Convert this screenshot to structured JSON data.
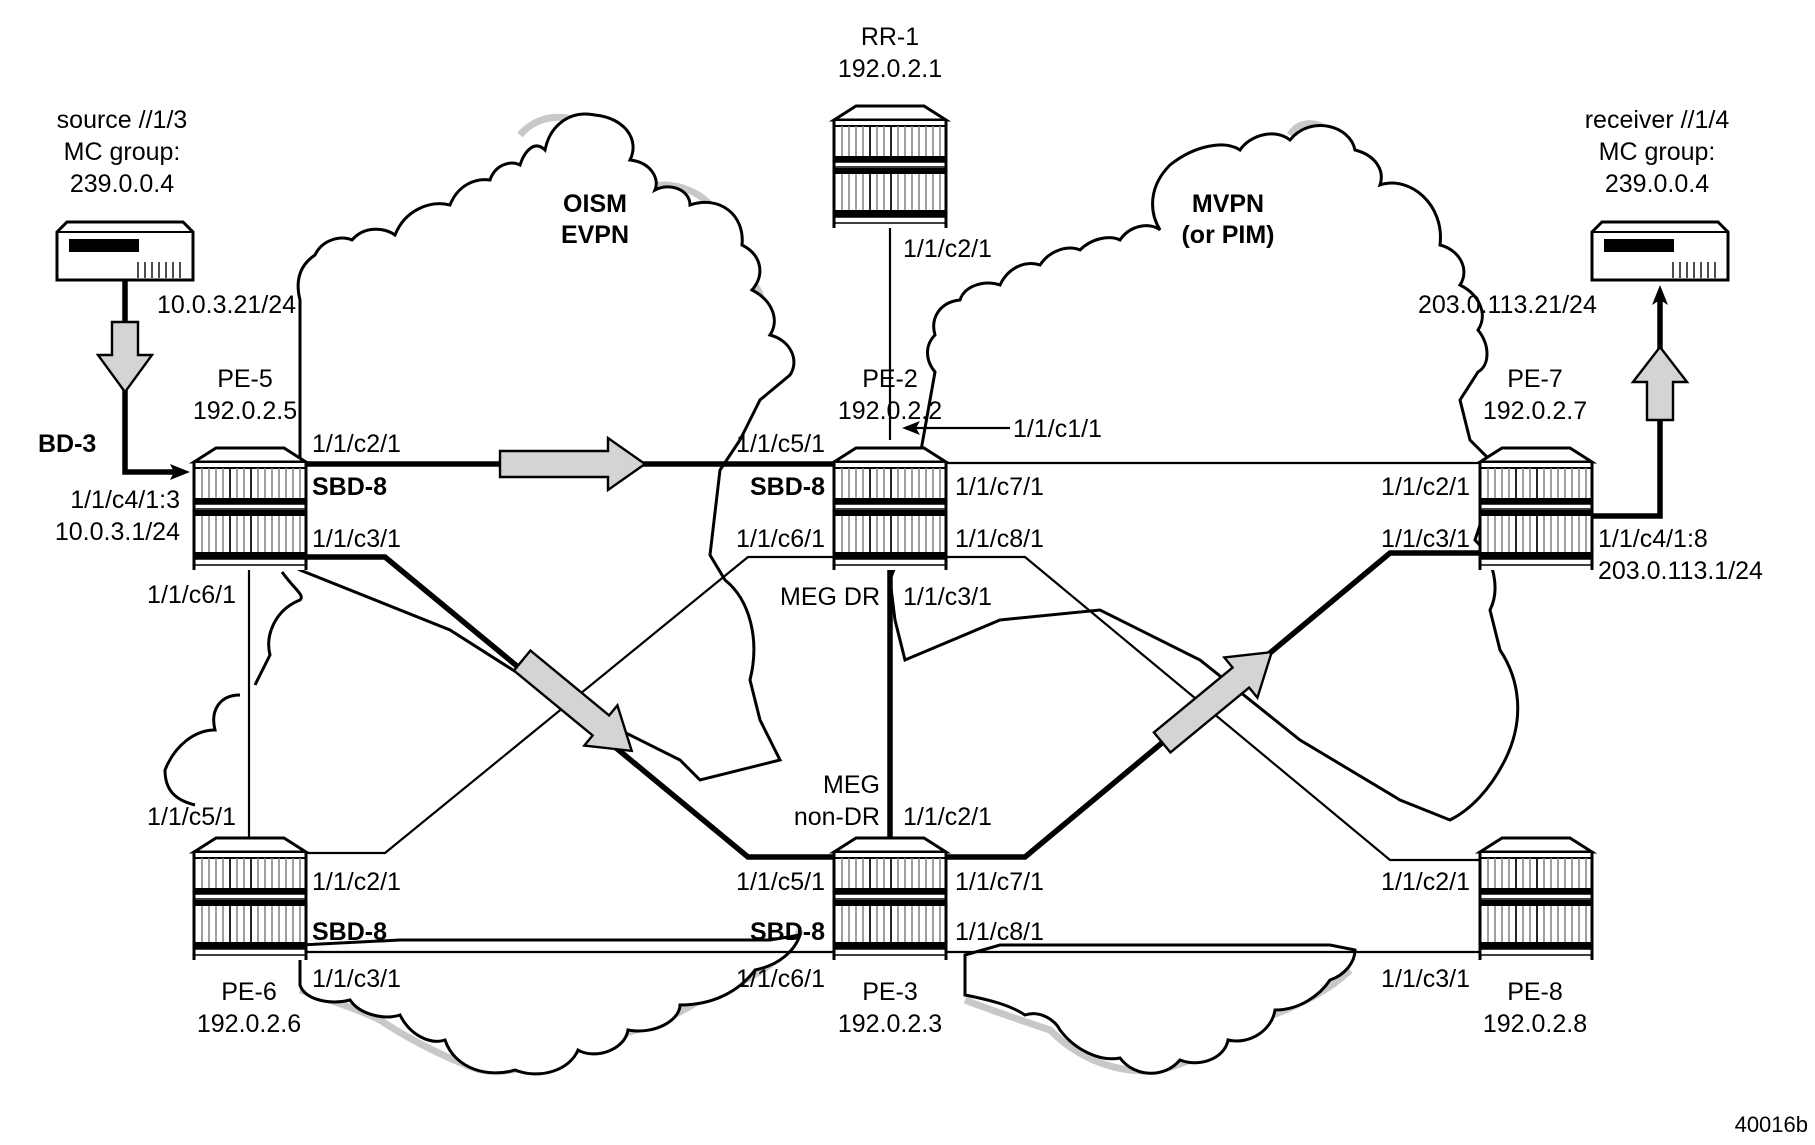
{
  "figure_id": "40016b",
  "clouds": [
    {
      "id": "oism",
      "title_lines": [
        "OISM",
        "EVPN"
      ]
    },
    {
      "id": "mvpn",
      "title_lines": [
        "MVPN",
        "(or PIM)"
      ]
    }
  ],
  "hosts": {
    "source": {
      "lines": [
        "source //1/3",
        "MC group:",
        "239.0.0.4"
      ],
      "ip": "10.0.3.21/24"
    },
    "receiver": {
      "lines": [
        "receiver //1/4",
        "MC group:",
        "239.0.0.4"
      ],
      "ip": "203.0.113.21/24"
    }
  },
  "routers": {
    "rr1": {
      "name": "RR-1",
      "ip": "192.0.2.1"
    },
    "pe2": {
      "name": "PE-2",
      "ip": "192.0.2.2"
    },
    "pe3": {
      "name": "PE-3",
      "ip": "192.0.2.3"
    },
    "pe5": {
      "name": "PE-5",
      "ip": "192.0.2.5"
    },
    "pe6": {
      "name": "PE-6",
      "ip": "192.0.2.6"
    },
    "pe7": {
      "name": "PE-7",
      "ip": "192.0.2.7"
    },
    "pe8": {
      "name": "PE-8",
      "ip": "192.0.2.8"
    }
  },
  "labels": {
    "bd3": "BD-3",
    "sbd8": "SBD-8",
    "pe5_c4": "1/1/c4/1:3",
    "pe5_c4_ip": "10.0.3.1/24",
    "pe5_c2": "1/1/c2/1",
    "pe5_c3": "1/1/c3/1",
    "pe5_c6": "1/1/c6/1",
    "rr1_c2": "1/1/c2/1",
    "pe2_c1": "1/1/c1/1",
    "pe2_c5": "1/1/c5/1",
    "pe2_c6": "1/1/c6/1",
    "pe2_c7": "1/1/c7/1",
    "pe2_c8": "1/1/c8/1",
    "pe2_c3": "1/1/c3/1",
    "meg_dr": "MEG DR",
    "meg_nondr_1": "MEG",
    "meg_nondr_2": "non-DR",
    "pe3_c2": "1/1/c2/1",
    "pe3_c5": "1/1/c5/1",
    "pe3_c6": "1/1/c6/1",
    "pe3_c7": "1/1/c7/1",
    "pe3_c8": "1/1/c8/1",
    "pe6_c5": "1/1/c5/1",
    "pe6_c2": "1/1/c2/1",
    "pe6_c3": "1/1/c3/1",
    "pe7_c2": "1/1/c2/1",
    "pe7_c3": "1/1/c3/1",
    "pe7_c4": "1/1/c4/1:8",
    "pe7_c4_ip": "203.0.113.1/24",
    "pe8_c2": "1/1/c2/1",
    "pe8_c3": "1/1/c3/1"
  }
}
